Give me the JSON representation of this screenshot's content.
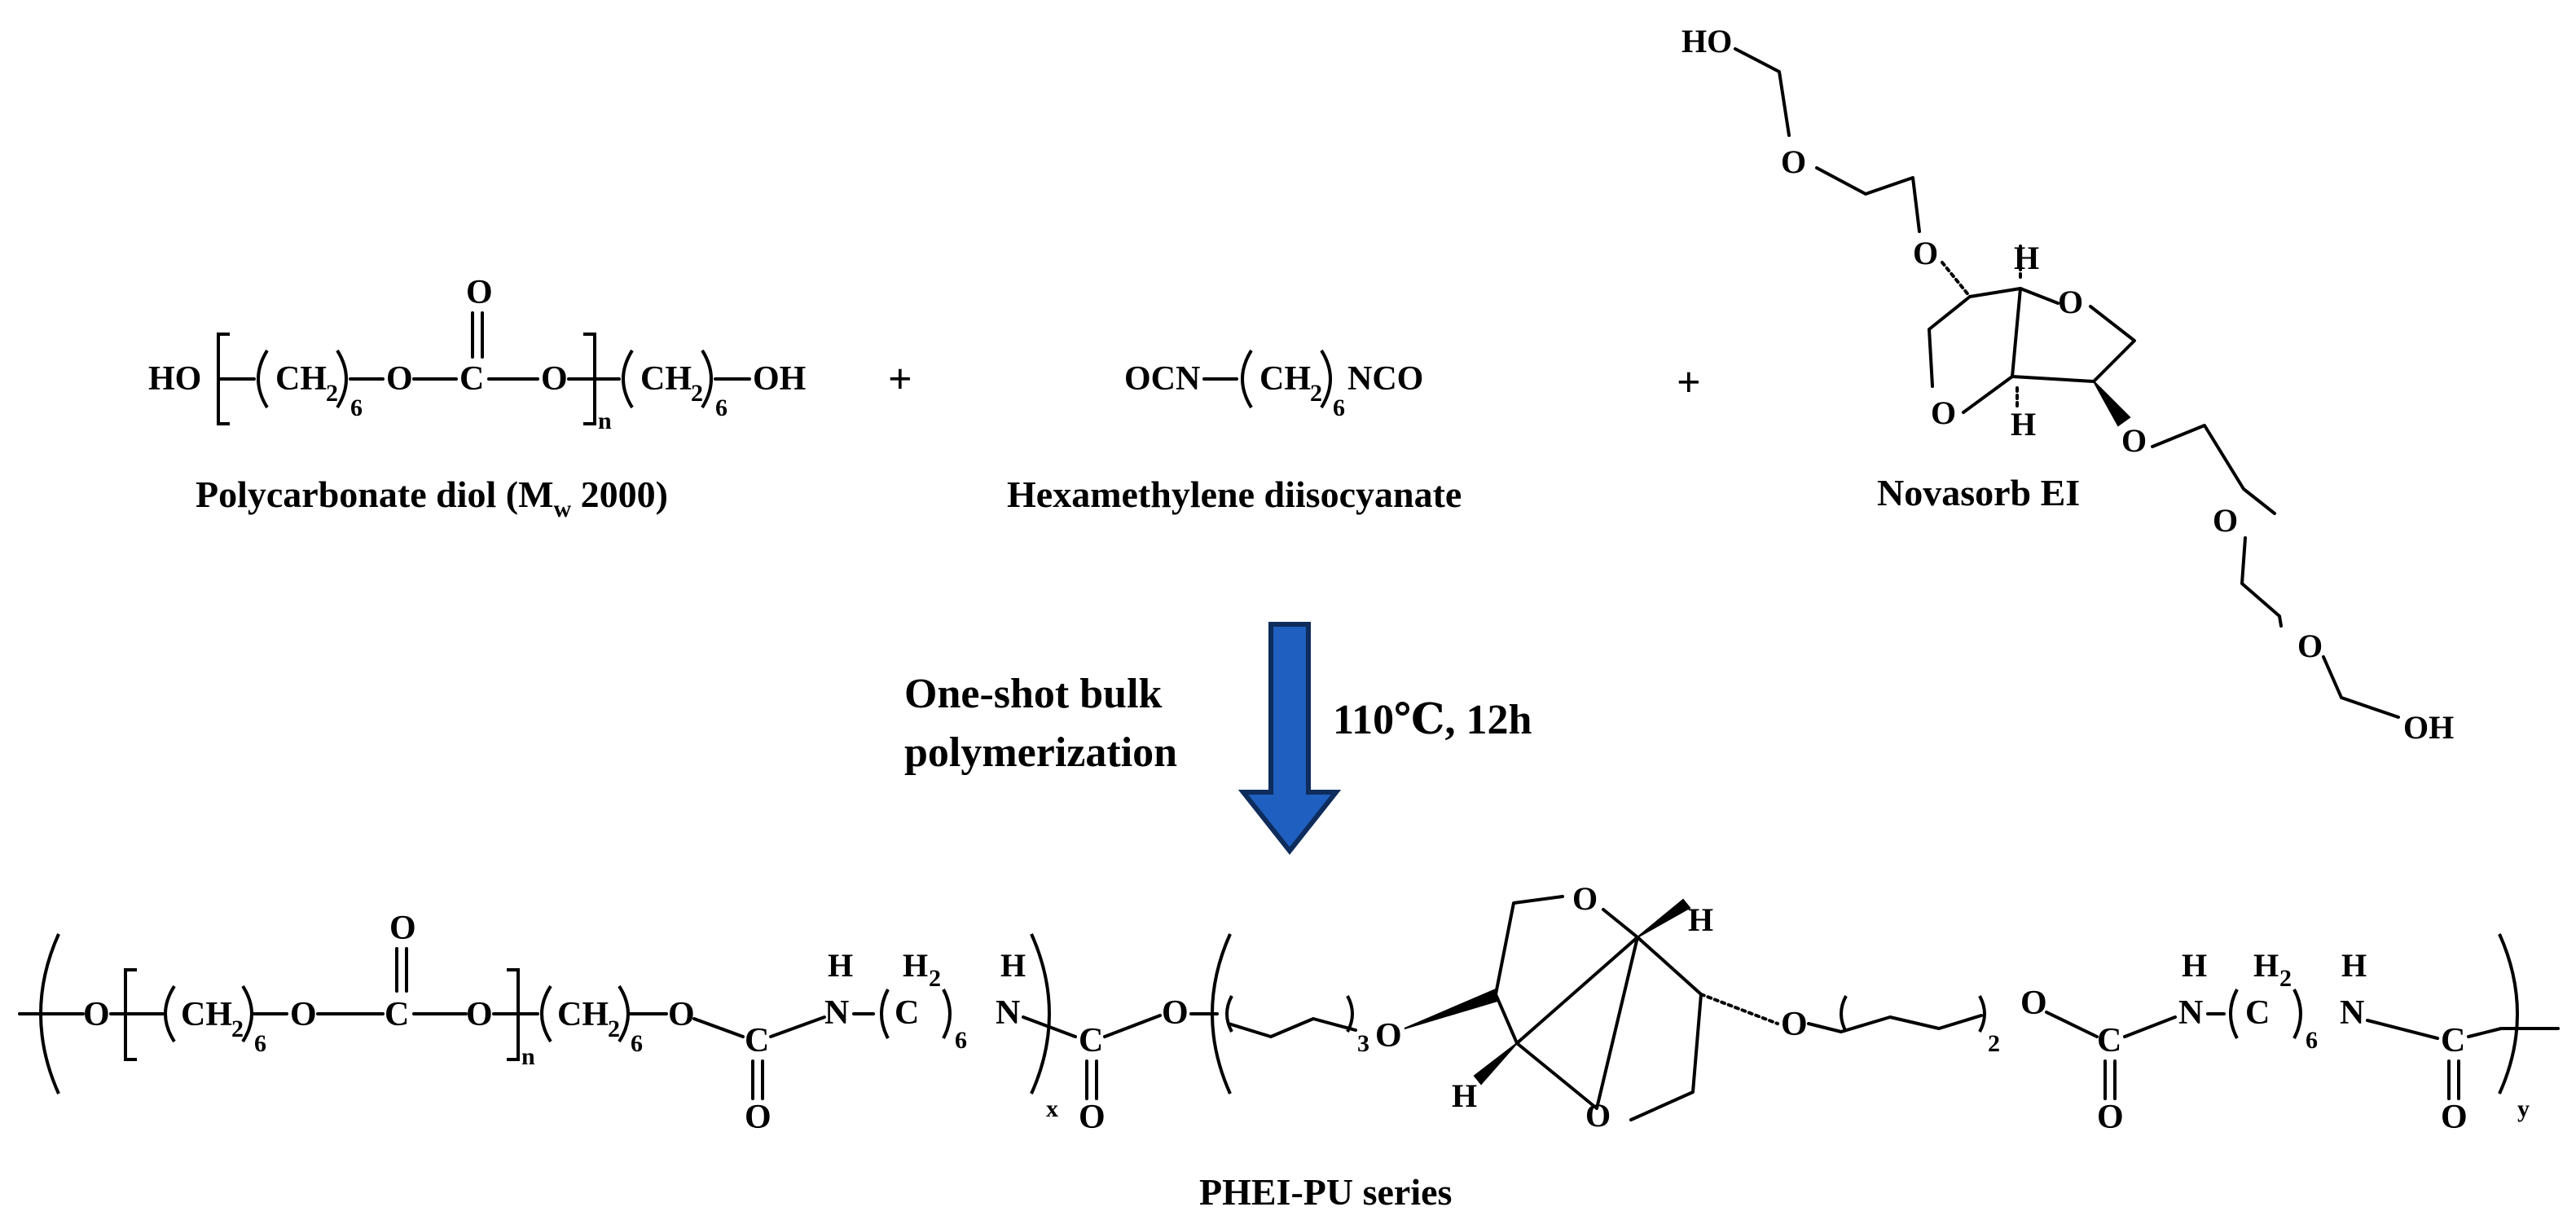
{
  "reactants": {
    "pcd": {
      "formula": {
        "ho": "HO",
        "ch2": "CH",
        "two": "2",
        "six": "6",
        "o": "O",
        "c": "C",
        "o_top": "O",
        "n": "n",
        "oh": "OH"
      },
      "label_main": "Polycarbonate diol (M",
      "label_sub": "w",
      "label_tail": " 2000)"
    },
    "hdi": {
      "formula": {
        "ocn": "OCN",
        "ch2": "CH",
        "two": "2",
        "six": "6",
        "nco": "NCO"
      },
      "label": "Hexamethylene diisocyanate"
    },
    "novasorb": {
      "label": "Novasorb EI",
      "atoms": {
        "ho_top": "HO",
        "o1": "O",
        "o2": "O",
        "h_top": "H",
        "o_ring_top": "O",
        "o_ring_bottom": "O",
        "h_bottom": "H",
        "o3": "O",
        "o4": "O",
        "o5": "O",
        "oh_bottom": "OH"
      }
    },
    "plus": "+"
  },
  "reaction": {
    "process_line1": "One-shot bulk",
    "process_line2": "polymerization",
    "conditions": "110℃, 12h",
    "arrow_color": "#1f5fbf",
    "arrow_border": "#0e2c5c"
  },
  "product": {
    "label": "PHEI-PU series",
    "atoms": {
      "o": "O",
      "c": "C",
      "ch2": "CH",
      "two": "2",
      "six": "6",
      "three": "3",
      "n": "n",
      "x": "x",
      "y": "y",
      "h": "H",
      "h2": "H",
      "nh": "N"
    }
  }
}
